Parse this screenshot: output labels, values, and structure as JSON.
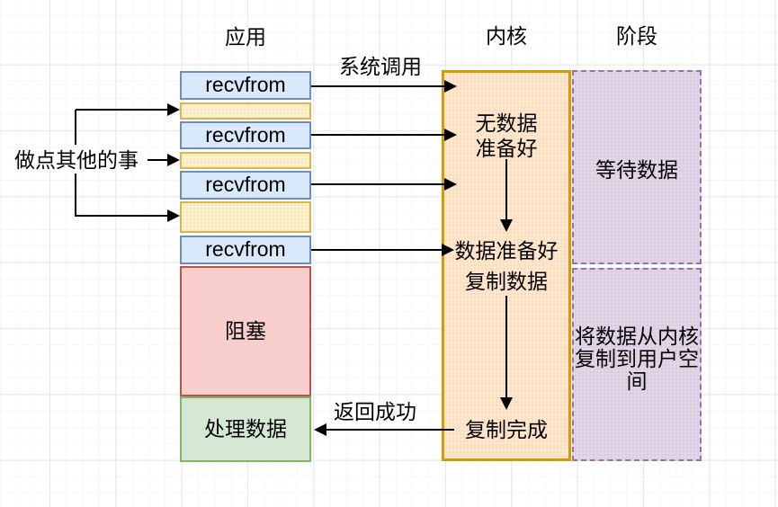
{
  "headers": {
    "app": "应用",
    "kernel": "内核",
    "stage": "阶段"
  },
  "app_column": {
    "recvfrom_calls": [
      "recvfrom",
      "recvfrom",
      "recvfrom",
      "recvfrom"
    ],
    "blocking": "阻塞",
    "process_data": "处理数据"
  },
  "kernel_column": {
    "no_data_line1": "无数据",
    "no_data_line2": "准备好",
    "data_ready": "数据准备好",
    "copy_data": "复制数据",
    "copy_complete": "复制完成"
  },
  "stage_column": {
    "waiting_data": "等待数据",
    "copy_line1": "将数据从内核",
    "copy_line2": "复制到用户空",
    "copy_line3": "间"
  },
  "annotations": {
    "system_call": "系统调用",
    "do_other_things": "做点其他的事",
    "return_success": "返回成功"
  },
  "colors": {
    "recvfrom_fill": "#dae8fc",
    "recvfrom_border": "#6c8ebf",
    "gap_fill": "#fff2cc",
    "gap_border": "#d6b656",
    "kernel_fill": "#ffe6cc",
    "kernel_border": "#d79b00",
    "stage_fill": "#e1d5e7",
    "stage_border": "#9673a6",
    "blocking_fill": "#f8cecc",
    "blocking_border": "#b85450",
    "process_fill": "#d5e8d4",
    "process_border": "#82b366",
    "arrow": "#000000"
  }
}
